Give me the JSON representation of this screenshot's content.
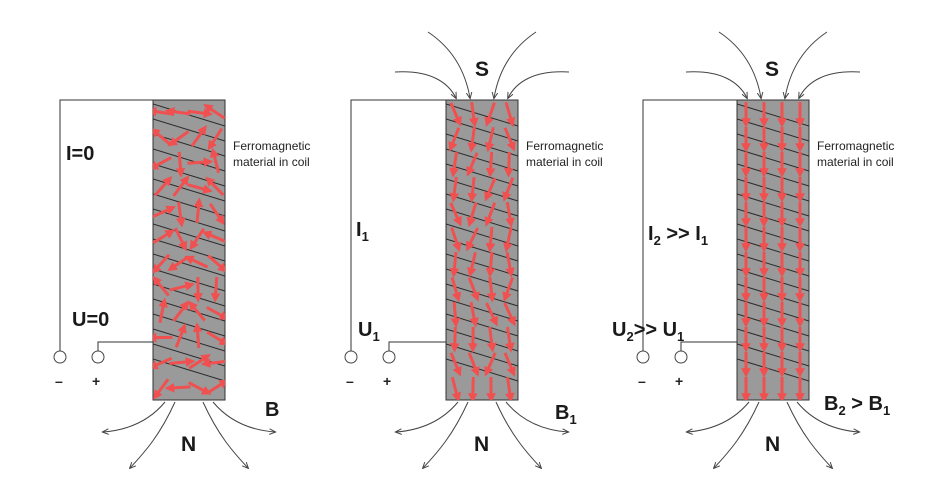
{
  "colors": {
    "core": "#9a9a9a",
    "arrow": "#f05050",
    "wire": "#333333",
    "field": "#444444"
  },
  "panels": [
    {
      "material": [
        "Ferromagnetic",
        "material in coil"
      ],
      "current_label": "I=0",
      "voltage_label": "U=0",
      "field_label": "B",
      "pole_bottom": "N",
      "minus": "–",
      "plus": "+",
      "alignment": "random"
    },
    {
      "material": [
        "Ferromagnetic",
        "material in coil"
      ],
      "current_main": "I",
      "current_sub": "1",
      "voltage_main": "U",
      "voltage_sub": "1",
      "field_main": "B",
      "field_sub": "1",
      "pole_top": "S",
      "pole_bottom": "N",
      "minus": "–",
      "plus": "+",
      "alignment": "partial"
    },
    {
      "material": [
        "Ferromagnetic",
        "material in coil"
      ],
      "current_main": "I",
      "current_sub": "2",
      "current_rel": " >> I",
      "current_rel_sub": "1",
      "voltage_main": "U",
      "voltage_sub": "2",
      "voltage_rel": ">> U",
      "voltage_rel_sub": "1",
      "field_main": "B",
      "field_sub": "2",
      "field_rel": " > B",
      "field_rel_sub": "1",
      "pole_top": "S",
      "pole_bottom": "N",
      "minus": "–",
      "plus": "+",
      "alignment": "full"
    }
  ]
}
